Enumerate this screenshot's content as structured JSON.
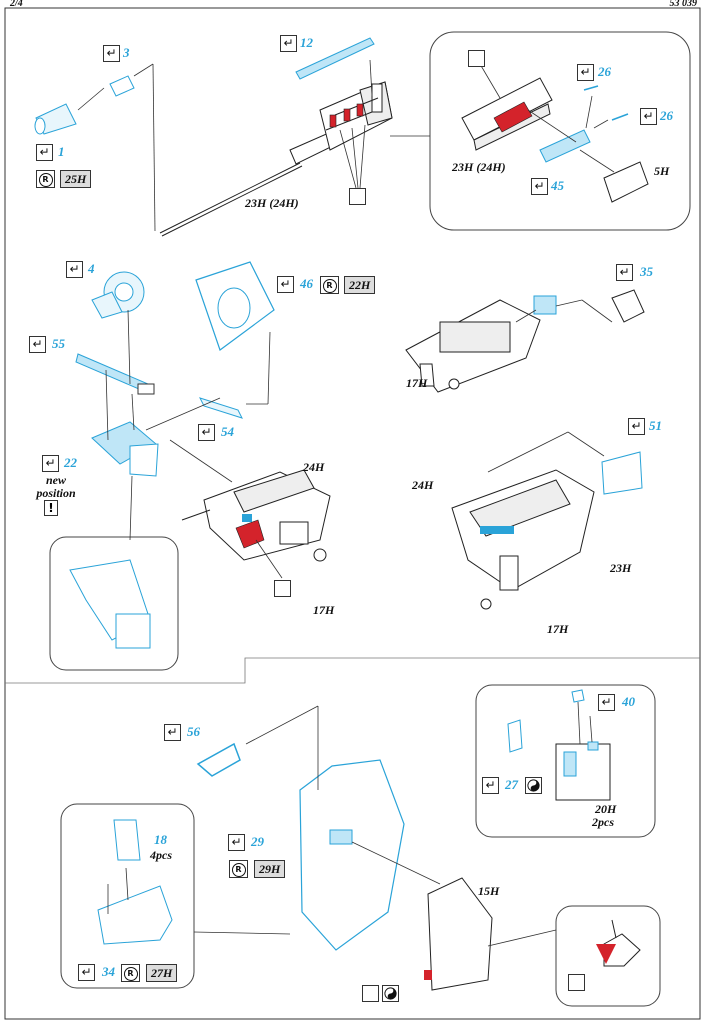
{
  "header": {
    "page": "2/4",
    "code": "53 039"
  },
  "steps": {
    "s1": "1",
    "s3": "3",
    "s12": "12",
    "s26a": "26",
    "s26b": "26",
    "s45": "45",
    "s4": "4",
    "s46": "46",
    "s35": "35",
    "s55": "55",
    "s54": "54",
    "s22": "22",
    "s51": "51",
    "s56": "56",
    "s40": "40",
    "s27": "27",
    "s18": "18",
    "s29": "29",
    "s34": "34"
  },
  "refs": {
    "r25": "25H",
    "r22": "22H",
    "r29": "29H",
    "r27": "27H"
  },
  "labels": {
    "gun_main": "23H (24H)",
    "gun_inset": "23H (24H)",
    "mag": "5H",
    "l17a": "17H",
    "l24a": "24H",
    "l17b": "17H",
    "l24b": "24H",
    "l23": "23H",
    "l17c": "17H",
    "new_position": "new position",
    "pcs4": "4pcs",
    "l20": "20H",
    "pcs2": "2pcs",
    "l15": "15H"
  },
  "colors": {
    "etch": "#2aa3d8",
    "accent": "#d4232b",
    "line": "#222"
  },
  "icons": {
    "check": "check-arrow-icon",
    "part": "part-outline-icon",
    "resin": "resin-r-icon",
    "paint": "yin-yang-paint-icon",
    "warning": "exclamation-icon"
  }
}
